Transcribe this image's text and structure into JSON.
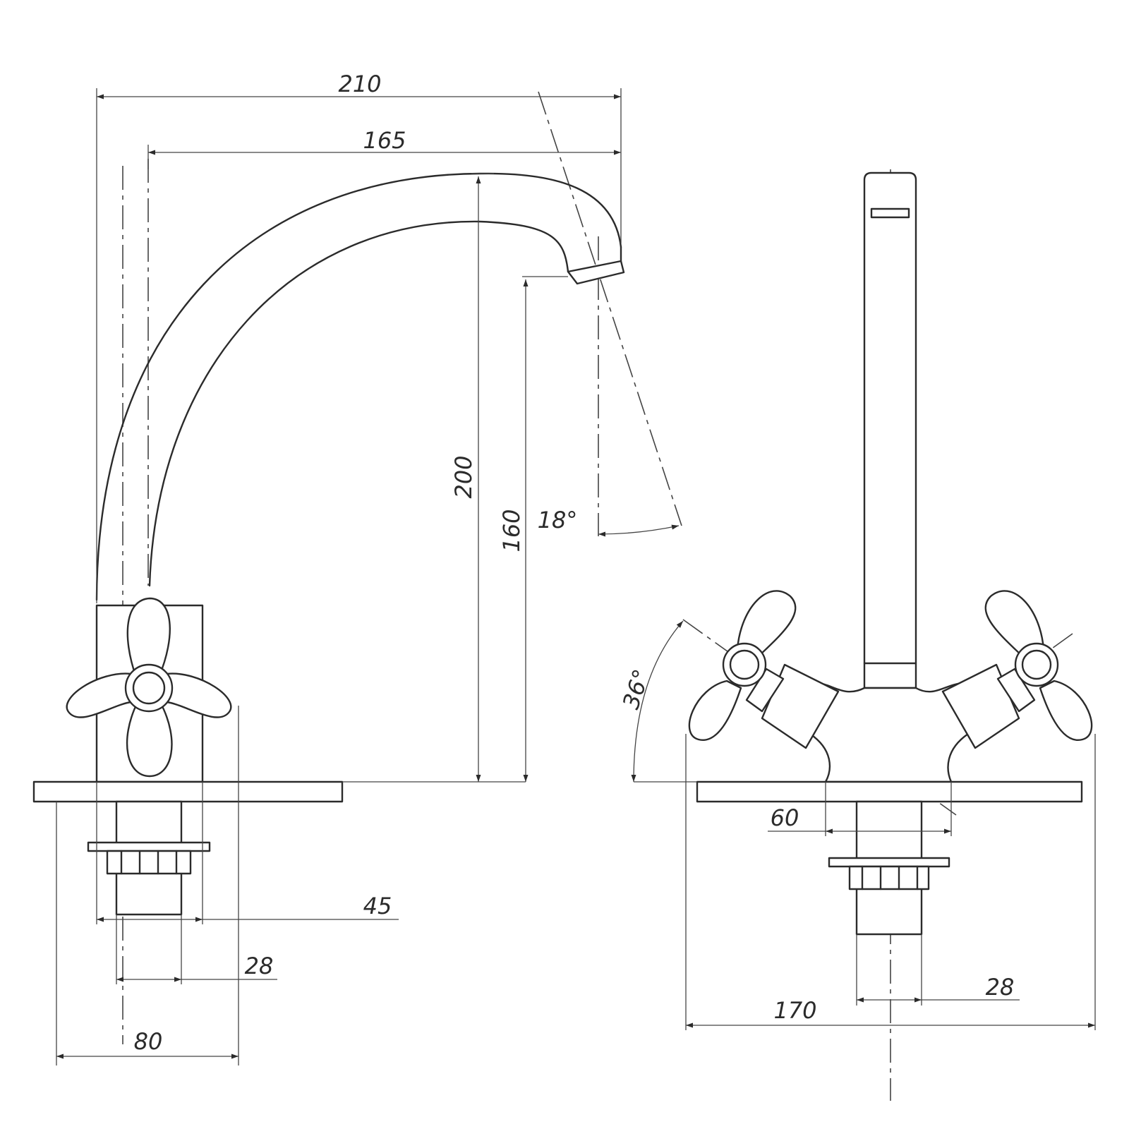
{
  "dimensions": {
    "overall_reach": "210",
    "spout_reach": "165",
    "spout_height": "200",
    "outlet_height": "160",
    "spout_swivel_angle": "18°",
    "base_body_diameter": "45",
    "shank_diameter_side": "28",
    "base_width": "80",
    "handle_angle": "36°",
    "shank_offset": "60",
    "shank_diameter_front": "28",
    "handle_span": "170"
  },
  "colors": {
    "line": "#2b2b2b",
    "background": "#ffffff"
  }
}
